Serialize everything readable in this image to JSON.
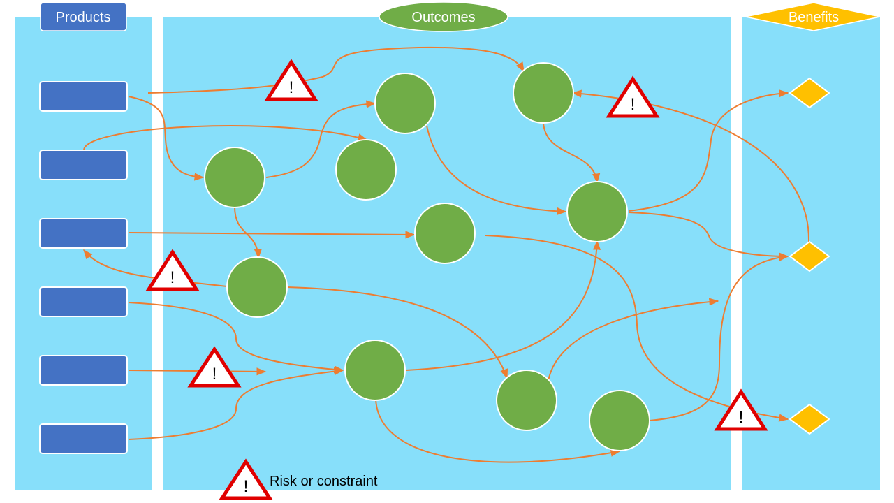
{
  "headers": {
    "products": "Products",
    "outcomes": "Outcomes",
    "benefits": "Benefits"
  },
  "warning_symbol": "!",
  "legend": {
    "label": "Risk or constraint"
  },
  "colors": {
    "lane": "#87DFFA",
    "product_box": "#4472C4",
    "outcome_circle": "#70AD47",
    "benefit_diamond": "#FFC000",
    "connector": "#ED7D31",
    "risk_triangle": "#E00000"
  },
  "icons": {
    "risk": "warning-triangle-icon"
  }
}
